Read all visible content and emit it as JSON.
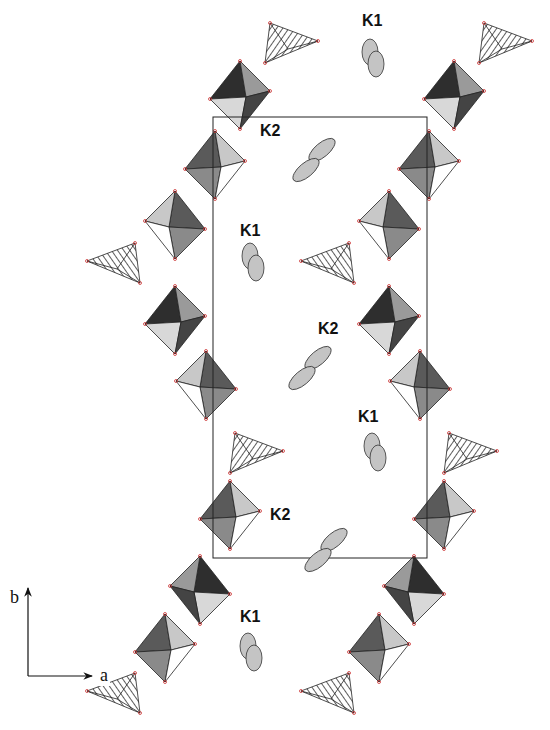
{
  "diagram": {
    "labels": [
      "K1",
      "K2",
      "K1",
      "K2",
      "K1",
      "K2",
      "b",
      "K1",
      "a"
    ]
  }
}
